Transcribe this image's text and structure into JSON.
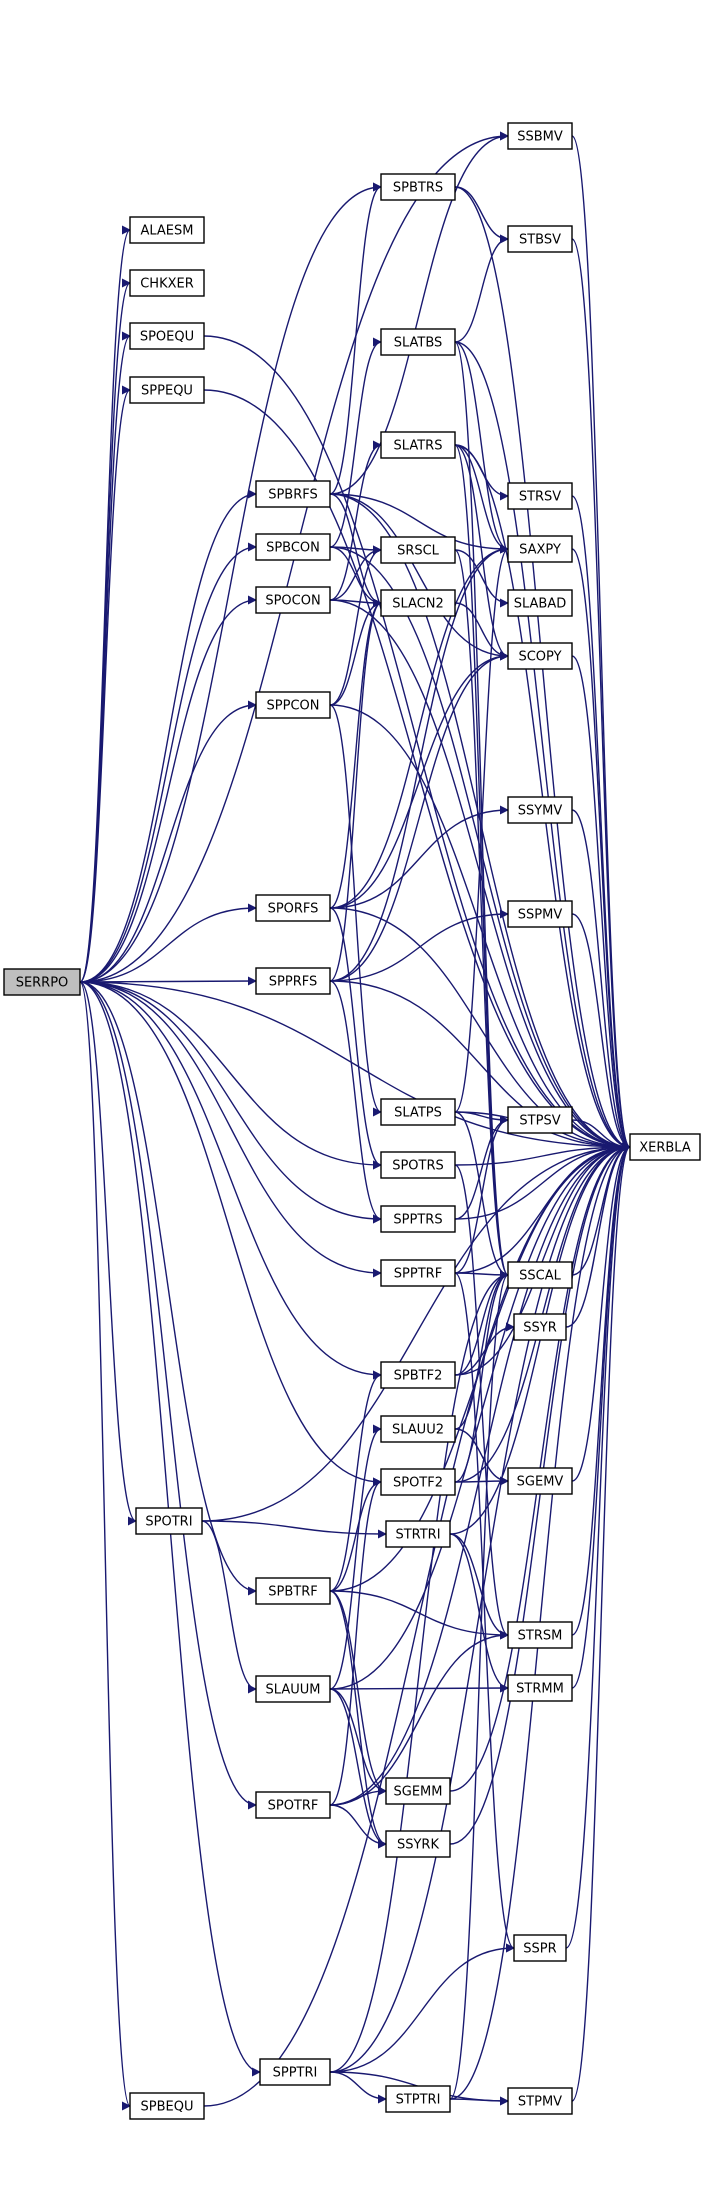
{
  "graph": {
    "colors": {
      "edge": "#191970",
      "node_border": "#000000",
      "root_fill": "#bfbfbf",
      "highlight_border": "#ff0000"
    },
    "root": "SERRPO",
    "highlighted": "STRTRI",
    "nodes": [
      {
        "id": "serrpo",
        "label": "SERRPO"
      },
      {
        "id": "alaesm",
        "label": "ALAESM"
      },
      {
        "id": "chkxer",
        "label": "CHKXER"
      },
      {
        "id": "spoequ",
        "label": "SPOEQU"
      },
      {
        "id": "sppequ",
        "label": "SPPEQU"
      },
      {
        "id": "spbrfs",
        "label": "SPBRFS"
      },
      {
        "id": "spbcon",
        "label": "SPBCON"
      },
      {
        "id": "spocon",
        "label": "SPOCON"
      },
      {
        "id": "sppcon",
        "label": "SPPCON"
      },
      {
        "id": "sporfs",
        "label": "SPORFS"
      },
      {
        "id": "spprfs",
        "label": "SPPRFS"
      },
      {
        "id": "spotri",
        "label": "SPOTRI"
      },
      {
        "id": "spbtrf",
        "label": "SPBTRF"
      },
      {
        "id": "slauum",
        "label": "SLAUUM"
      },
      {
        "id": "spotrf",
        "label": "SPOTRF"
      },
      {
        "id": "spbequ",
        "label": "SPBEQU"
      },
      {
        "id": "spptri",
        "label": "SPPTRI"
      },
      {
        "id": "spbtrs",
        "label": "SPBTRS"
      },
      {
        "id": "slatbs",
        "label": "SLATBS"
      },
      {
        "id": "slatrs",
        "label": "SLATRS"
      },
      {
        "id": "srscl",
        "label": "SRSCL"
      },
      {
        "id": "slacn2",
        "label": "SLACN2"
      },
      {
        "id": "slatps",
        "label": "SLATPS"
      },
      {
        "id": "spotrs",
        "label": "SPOTRS"
      },
      {
        "id": "spptrs",
        "label": "SPPTRS"
      },
      {
        "id": "spptrf",
        "label": "SPPTRF"
      },
      {
        "id": "spbtf2",
        "label": "SPBTF2"
      },
      {
        "id": "slauu2",
        "label": "SLAUU2"
      },
      {
        "id": "spotf2",
        "label": "SPOTF2"
      },
      {
        "id": "strtri",
        "label": "STRTRI"
      },
      {
        "id": "sgemm",
        "label": "SGEMM"
      },
      {
        "id": "ssyrk",
        "label": "SSYRK"
      },
      {
        "id": "stptri",
        "label": "STPTRI"
      },
      {
        "id": "ssbmv",
        "label": "SSBMV"
      },
      {
        "id": "stbsv",
        "label": "STBSV"
      },
      {
        "id": "strsv",
        "label": "STRSV"
      },
      {
        "id": "saxpy",
        "label": "SAXPY"
      },
      {
        "id": "slabad",
        "label": "SLABAD"
      },
      {
        "id": "scopy",
        "label": "SCOPY"
      },
      {
        "id": "ssymv",
        "label": "SSYMV"
      },
      {
        "id": "sspmv",
        "label": "SSPMV"
      },
      {
        "id": "stpsv",
        "label": "STPSV"
      },
      {
        "id": "sscal",
        "label": "SSCAL"
      },
      {
        "id": "ssyr",
        "label": "SSYR"
      },
      {
        "id": "sgemv",
        "label": "SGEMV"
      },
      {
        "id": "strsm",
        "label": "STRSM"
      },
      {
        "id": "strmm",
        "label": "STRMM"
      },
      {
        "id": "sspr",
        "label": "SSPR"
      },
      {
        "id": "stpmv",
        "label": "STPMV"
      },
      {
        "id": "xerbla",
        "label": "XERBLA"
      }
    ],
    "edges": [
      [
        "serrpo",
        "alaesm"
      ],
      [
        "serrpo",
        "chkxer"
      ],
      [
        "serrpo",
        "spoequ"
      ],
      [
        "serrpo",
        "sppequ"
      ],
      [
        "serrpo",
        "spbrfs"
      ],
      [
        "serrpo",
        "spbcon"
      ],
      [
        "serrpo",
        "spocon"
      ],
      [
        "serrpo",
        "sppcon"
      ],
      [
        "serrpo",
        "sporfs"
      ],
      [
        "serrpo",
        "spprfs"
      ],
      [
        "serrpo",
        "spotrs"
      ],
      [
        "serrpo",
        "spptrs"
      ],
      [
        "serrpo",
        "spptrf"
      ],
      [
        "serrpo",
        "spbtf2"
      ],
      [
        "serrpo",
        "spotf2"
      ],
      [
        "serrpo",
        "spotri"
      ],
      [
        "serrpo",
        "spbtrf"
      ],
      [
        "serrpo",
        "spotrf"
      ],
      [
        "serrpo",
        "spbequ"
      ],
      [
        "serrpo",
        "spptri"
      ],
      [
        "serrpo",
        "spbtrs"
      ],
      [
        "serrpo",
        "ssbmv"
      ],
      [
        "serrpo",
        "xerbla"
      ],
      [
        "spoequ",
        "xerbla"
      ],
      [
        "sppequ",
        "xerbla"
      ],
      [
        "spbrfs",
        "spbtrs"
      ],
      [
        "spbrfs",
        "ssbmv"
      ],
      [
        "spbrfs",
        "saxpy"
      ],
      [
        "spbrfs",
        "slacn2"
      ],
      [
        "spbrfs",
        "scopy"
      ],
      [
        "spbrfs",
        "xerbla"
      ],
      [
        "spbcon",
        "slatbs"
      ],
      [
        "spbcon",
        "srscl"
      ],
      [
        "spbcon",
        "slacn2"
      ],
      [
        "spbcon",
        "xerbla"
      ],
      [
        "spocon",
        "slatrs"
      ],
      [
        "spocon",
        "srscl"
      ],
      [
        "spocon",
        "slacn2"
      ],
      [
        "spocon",
        "xerbla"
      ],
      [
        "sppcon",
        "slatps"
      ],
      [
        "sppcon",
        "srscl"
      ],
      [
        "sppcon",
        "slacn2"
      ],
      [
        "sppcon",
        "xerbla"
      ],
      [
        "sporfs",
        "spotrs"
      ],
      [
        "sporfs",
        "ssymv"
      ],
      [
        "sporfs",
        "saxpy"
      ],
      [
        "sporfs",
        "slacn2"
      ],
      [
        "sporfs",
        "scopy"
      ],
      [
        "sporfs",
        "xerbla"
      ],
      [
        "spprfs",
        "spptrs"
      ],
      [
        "spprfs",
        "sspmv"
      ],
      [
        "spprfs",
        "saxpy"
      ],
      [
        "spprfs",
        "slacn2"
      ],
      [
        "spprfs",
        "scopy"
      ],
      [
        "spprfs",
        "xerbla"
      ],
      [
        "spbtrs",
        "stbsv"
      ],
      [
        "spbtrs",
        "xerbla"
      ],
      [
        "slatbs",
        "stbsv"
      ],
      [
        "slatbs",
        "saxpy"
      ],
      [
        "slatbs",
        "sscal"
      ],
      [
        "slatbs",
        "xerbla"
      ],
      [
        "slatrs",
        "strsv"
      ],
      [
        "slatrs",
        "saxpy"
      ],
      [
        "slatrs",
        "sscal"
      ],
      [
        "slatrs",
        "scopy"
      ],
      [
        "slatrs",
        "xerbla"
      ],
      [
        "srscl",
        "slabad"
      ],
      [
        "srscl",
        "sscal"
      ],
      [
        "slacn2",
        "scopy"
      ],
      [
        "slatps",
        "stpsv"
      ],
      [
        "slatps",
        "saxpy"
      ],
      [
        "slatps",
        "sscal"
      ],
      [
        "slatps",
        "xerbla"
      ],
      [
        "spotrs",
        "strsm"
      ],
      [
        "spotrs",
        "xerbla"
      ],
      [
        "spptrs",
        "stpsv"
      ],
      [
        "spptrs",
        "xerbla"
      ],
      [
        "spptrf",
        "stpsv"
      ],
      [
        "spptrf",
        "sscal"
      ],
      [
        "spptrf",
        "sspr"
      ],
      [
        "spptrf",
        "xerbla"
      ],
      [
        "spbtf2",
        "sscal"
      ],
      [
        "spbtf2",
        "ssyr"
      ],
      [
        "spbtf2",
        "xerbla"
      ],
      [
        "slauu2",
        "sscal"
      ],
      [
        "slauu2",
        "sgemv"
      ],
      [
        "spotf2",
        "sscal"
      ],
      [
        "spotf2",
        "sgemv"
      ],
      [
        "spotf2",
        "xerbla"
      ],
      [
        "spotri",
        "strtri"
      ],
      [
        "spotri",
        "slauum"
      ],
      [
        "spotri",
        "xerbla"
      ],
      [
        "strtri",
        "strsm"
      ],
      [
        "strtri",
        "strmm"
      ],
      [
        "strtri",
        "xerbla"
      ],
      [
        "spbtrf",
        "spbtf2"
      ],
      [
        "spbtrf",
        "spotf2"
      ],
      [
        "spbtrf",
        "strsm"
      ],
      [
        "spbtrf",
        "sgemm"
      ],
      [
        "spbtrf",
        "ssyrk"
      ],
      [
        "spbtrf",
        "xerbla"
      ],
      [
        "slauum",
        "slauu2"
      ],
      [
        "slauum",
        "strmm"
      ],
      [
        "slauum",
        "sgemm"
      ],
      [
        "slauum",
        "ssyrk"
      ],
      [
        "slauum",
        "xerbla"
      ],
      [
        "spotrf",
        "spotf2"
      ],
      [
        "spotrf",
        "strsm"
      ],
      [
        "spotrf",
        "sgemm"
      ],
      [
        "spotrf",
        "ssyrk"
      ],
      [
        "spotrf",
        "xerbla"
      ],
      [
        "spptri",
        "stptri"
      ],
      [
        "spptri",
        "sspr"
      ],
      [
        "spptri",
        "stpmv"
      ],
      [
        "spptri",
        "sscal"
      ],
      [
        "spptri",
        "xerbla"
      ],
      [
        "stptri",
        "stpmv"
      ],
      [
        "stptri",
        "sscal"
      ],
      [
        "stptri",
        "xerbla"
      ],
      [
        "spbequ",
        "xerbla"
      ],
      [
        "ssbmv",
        "xerbla"
      ],
      [
        "stbsv",
        "xerbla"
      ],
      [
        "strsv",
        "xerbla"
      ],
      [
        "saxpy",
        "xerbla"
      ],
      [
        "scopy",
        "xerbla"
      ],
      [
        "ssymv",
        "xerbla"
      ],
      [
        "sspmv",
        "xerbla"
      ],
      [
        "stpsv",
        "xerbla"
      ],
      [
        "sscal",
        "xerbla"
      ],
      [
        "ssyr",
        "xerbla"
      ],
      [
        "sgemv",
        "xerbla"
      ],
      [
        "strsm",
        "xerbla"
      ],
      [
        "strmm",
        "xerbla"
      ],
      [
        "sgemm",
        "xerbla"
      ],
      [
        "ssyrk",
        "xerbla"
      ],
      [
        "sspr",
        "xerbla"
      ],
      [
        "stpmv",
        "xerbla"
      ]
    ]
  }
}
